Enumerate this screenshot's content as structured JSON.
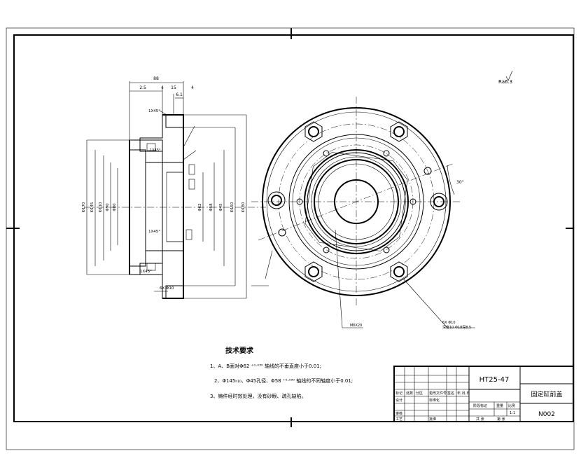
{
  "title_block": {
    "material": "HT25-47",
    "part_name": "固定缸前盖",
    "drawing_number": "N002",
    "scale": "1:1",
    "cells": {
      "mark": "标记",
      "count": "处数",
      "zone": "分区",
      "change_doc": "更改文件号",
      "signature": "签名",
      "date": "年,月,日",
      "design": "设计",
      "standardize": "标准化",
      "review": "审核",
      "process": "工艺",
      "approve": "批准",
      "stage_mark": "阶段标记",
      "weight": "重量",
      "ratio": "比例",
      "total_sheets": "共 张",
      "sheet_no": "第 张"
    }
  },
  "tech_requirements": {
    "heading": "技术要求",
    "items": [
      "1、A、B面对Φ62 ⁺⁰·⁰³⁰ 轴线的不垂直度小于0.01;",
      "2、Φ145ₕ₁₀、Φ45孔径、Φ58 ⁺⁰·⁰³⁰ 轴线的不同轴度小于0.01;",
      "3、铸件经时效处理，没有砂眼、疏孔缺陷。"
    ]
  },
  "roughness_note": "Ra6.3",
  "dimensions": {
    "top": [
      "88",
      "2.5",
      "4",
      "15",
      "6.1",
      "4"
    ],
    "chamfers": [
      "1X45°",
      "1X45°",
      "1X45°",
      "1X45°"
    ],
    "left_diameters": [
      "Φ170",
      "Φ145",
      "Φ110",
      "Φ90",
      "Φ80"
    ],
    "right_diameters": [
      "Φ62",
      "Φ58",
      "Φ45",
      "Φ150",
      "Φ180"
    ],
    "angle": "30°",
    "bolt_note": "6X Φ10",
    "hole_note": "M6X20",
    "counterbore_note_1": "6X Φ10",
    "counterbore_note_2": "深度10 Φ18深8.5"
  }
}
